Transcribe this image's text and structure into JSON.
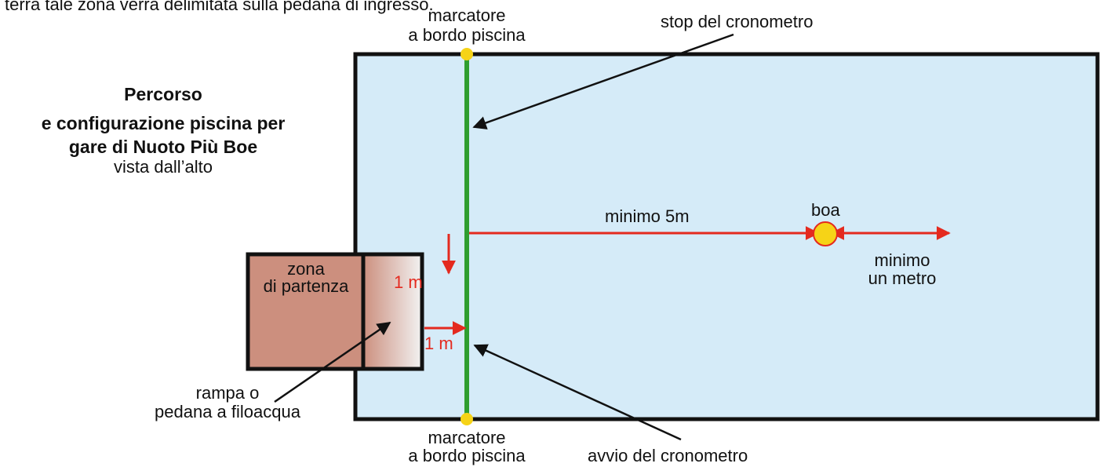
{
  "header_text": "terra tale zona verrà delimitata sulla pedana di ingresso.",
  "title": {
    "line1": "Percorso",
    "line2": "e configurazione piscina per",
    "line3": "gare di Nuoto Più Boe",
    "line4": "vista dall’alto"
  },
  "labels": {
    "marker_top_line1": "marcatore",
    "marker_top_line2": "a bordo piscina",
    "marker_bottom_line1": "marcatore",
    "marker_bottom_line2": "a bordo piscina",
    "stop_timer": "stop del cronometro",
    "start_timer": "avvio del cronometro",
    "min_5m": "minimo 5m",
    "buoy": "boa",
    "min_one_meter_line1": "minimo",
    "min_one_meter_line2": "un metro",
    "start_zone_line1": "zona",
    "start_zone_line2": "di partenza",
    "one_m_upper": "1 m",
    "one_m_lower": "1 m",
    "ramp_line1": "rampa o",
    "ramp_line2": "pedana a filoacqua"
  },
  "colors": {
    "pool_fill": "#d5ebf8",
    "start_zone_fill": "#cc8f7e",
    "line_green": "#2f9e2f",
    "arrow_red": "#e42a1f",
    "marker_yellow": "#f6d317"
  }
}
